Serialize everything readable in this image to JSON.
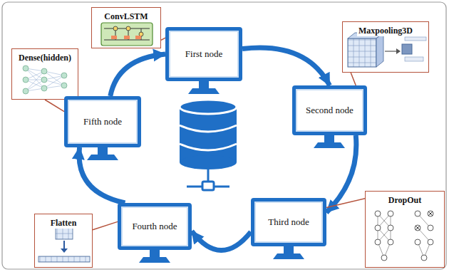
{
  "diagram": {
    "nodes": [
      {
        "text": [
          "ConvLSTM"
        ]
      },
      {
        "text": [
          "First node"
        ]
      },
      {
        "text": [
          "Maxpooling3D"
        ]
      },
      {
        "text": [
          "Dense(hidden)"
        ]
      },
      {
        "text": [
          "Fifth node"
        ]
      },
      {
        "text": [
          "Second node"
        ]
      },
      {
        "text": [
          "Third node"
        ]
      },
      {
        "text": [
          "DropOut"
        ]
      },
      {
        "text": [
          "Flatten"
        ]
      },
      {
        "text": [
          "Fourth node"
        ]
      }
    ],
    "edges": [
      {
        "from": 1,
        "to": 5,
        "arrow": "to"
      },
      {
        "from": 5,
        "to": 6,
        "arrow": "to"
      },
      {
        "from": 6,
        "to": 9,
        "arrow": "to"
      },
      {
        "from": 9,
        "to": 4,
        "arrow": "to"
      },
      {
        "from": 4,
        "to": 1,
        "arrow": "to"
      },
      {
        "from": 0,
        "to": 1,
        "arrow": "none"
      },
      {
        "from": 2,
        "to": 5,
        "arrow": "none"
      },
      {
        "from": 7,
        "to": 6,
        "arrow": "none"
      },
      {
        "from": 8,
        "to": 9,
        "arrow": "none"
      },
      {
        "from": 3,
        "to": 4,
        "arrow": "none"
      }
    ]
  }
}
